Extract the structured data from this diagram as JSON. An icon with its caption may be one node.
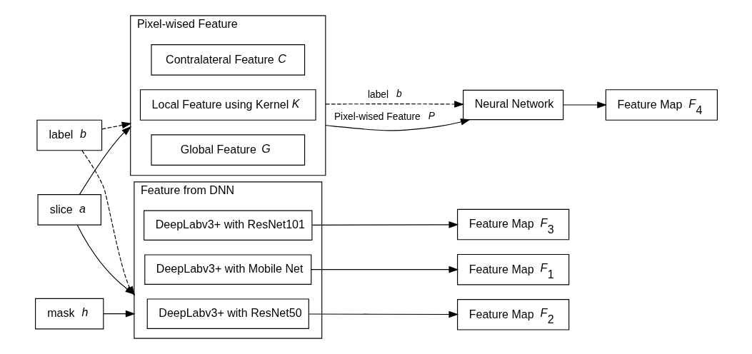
{
  "diagram": {
    "nodes": [
      {
        "text": [
          "slice *a*"
        ]
      },
      {
        "text": [
          "Feature from DNN"
        ]
      },
      {
        "text": [
          "DeepLabv3+ with Mobile Net"
        ],
        "in": 1
      },
      {
        "text": [
          "DeepLabv3+ with ResNet50"
        ],
        "in": 1
      },
      {
        "text": [
          "DeepLabv3+ with ResNet101"
        ],
        "in": 1
      },
      {
        "text": [
          "Feature Map *F*$_{1}$"
        ]
      },
      {
        "text": [
          "label *b*"
        ]
      },
      {
        "text": [
          "Feature Map *F*$_{2}$"
        ]
      },
      {
        "text": [
          "mask *h*"
        ]
      },
      {
        "text": [
          "Feature Map *F*$_{3}$"
        ]
      },
      {
        "text": [
          "Pixel-wised Feature"
        ]
      },
      {
        "text": [
          "Contralateral Feature *C*"
        ],
        "in": 10
      },
      {
        "text": [
          "Local Feature using Kernel *K*"
        ],
        "in": 10
      },
      {
        "text": [
          "Global Feature *G*"
        ],
        "in": 10
      },
      {
        "text": [
          "Neural Network"
        ]
      },
      {
        "text": [
          "Feature Map *F*$_{4}$"
        ]
      }
    ],
    "edges": [
      {
        "from": 0,
        "to": 1,
        "arrow": "to"
      },
      {
        "from": 6,
        "to": 1,
        "arrow": "to",
        "style": "dashed"
      },
      {
        "from": 8,
        "to": 1,
        "arrow": "to"
      },
      {
        "from": 2,
        "to": 5,
        "arrow": "to"
      },
      {
        "from": 3,
        "to": 7,
        "arrow": "to"
      },
      {
        "from": 4,
        "to": 9,
        "arrow": "to"
      },
      {
        "from": 0,
        "to": 10,
        "arrow": "to"
      },
      {
        "from": 6,
        "to": 10,
        "arrow": "to",
        "style": "dashed"
      },
      {
        "from": 10,
        "to": 14,
        "arrow": "to",
        "style": "dashed",
        "label": "label *b*"
      },
      {
        "from": 10,
        "to": 14,
        "arrow": "to",
        "label": "Pixel-wised Feature *P*"
      },
      {
        "from": 14,
        "to": 15,
        "arrow": "to"
      }
    ]
  }
}
